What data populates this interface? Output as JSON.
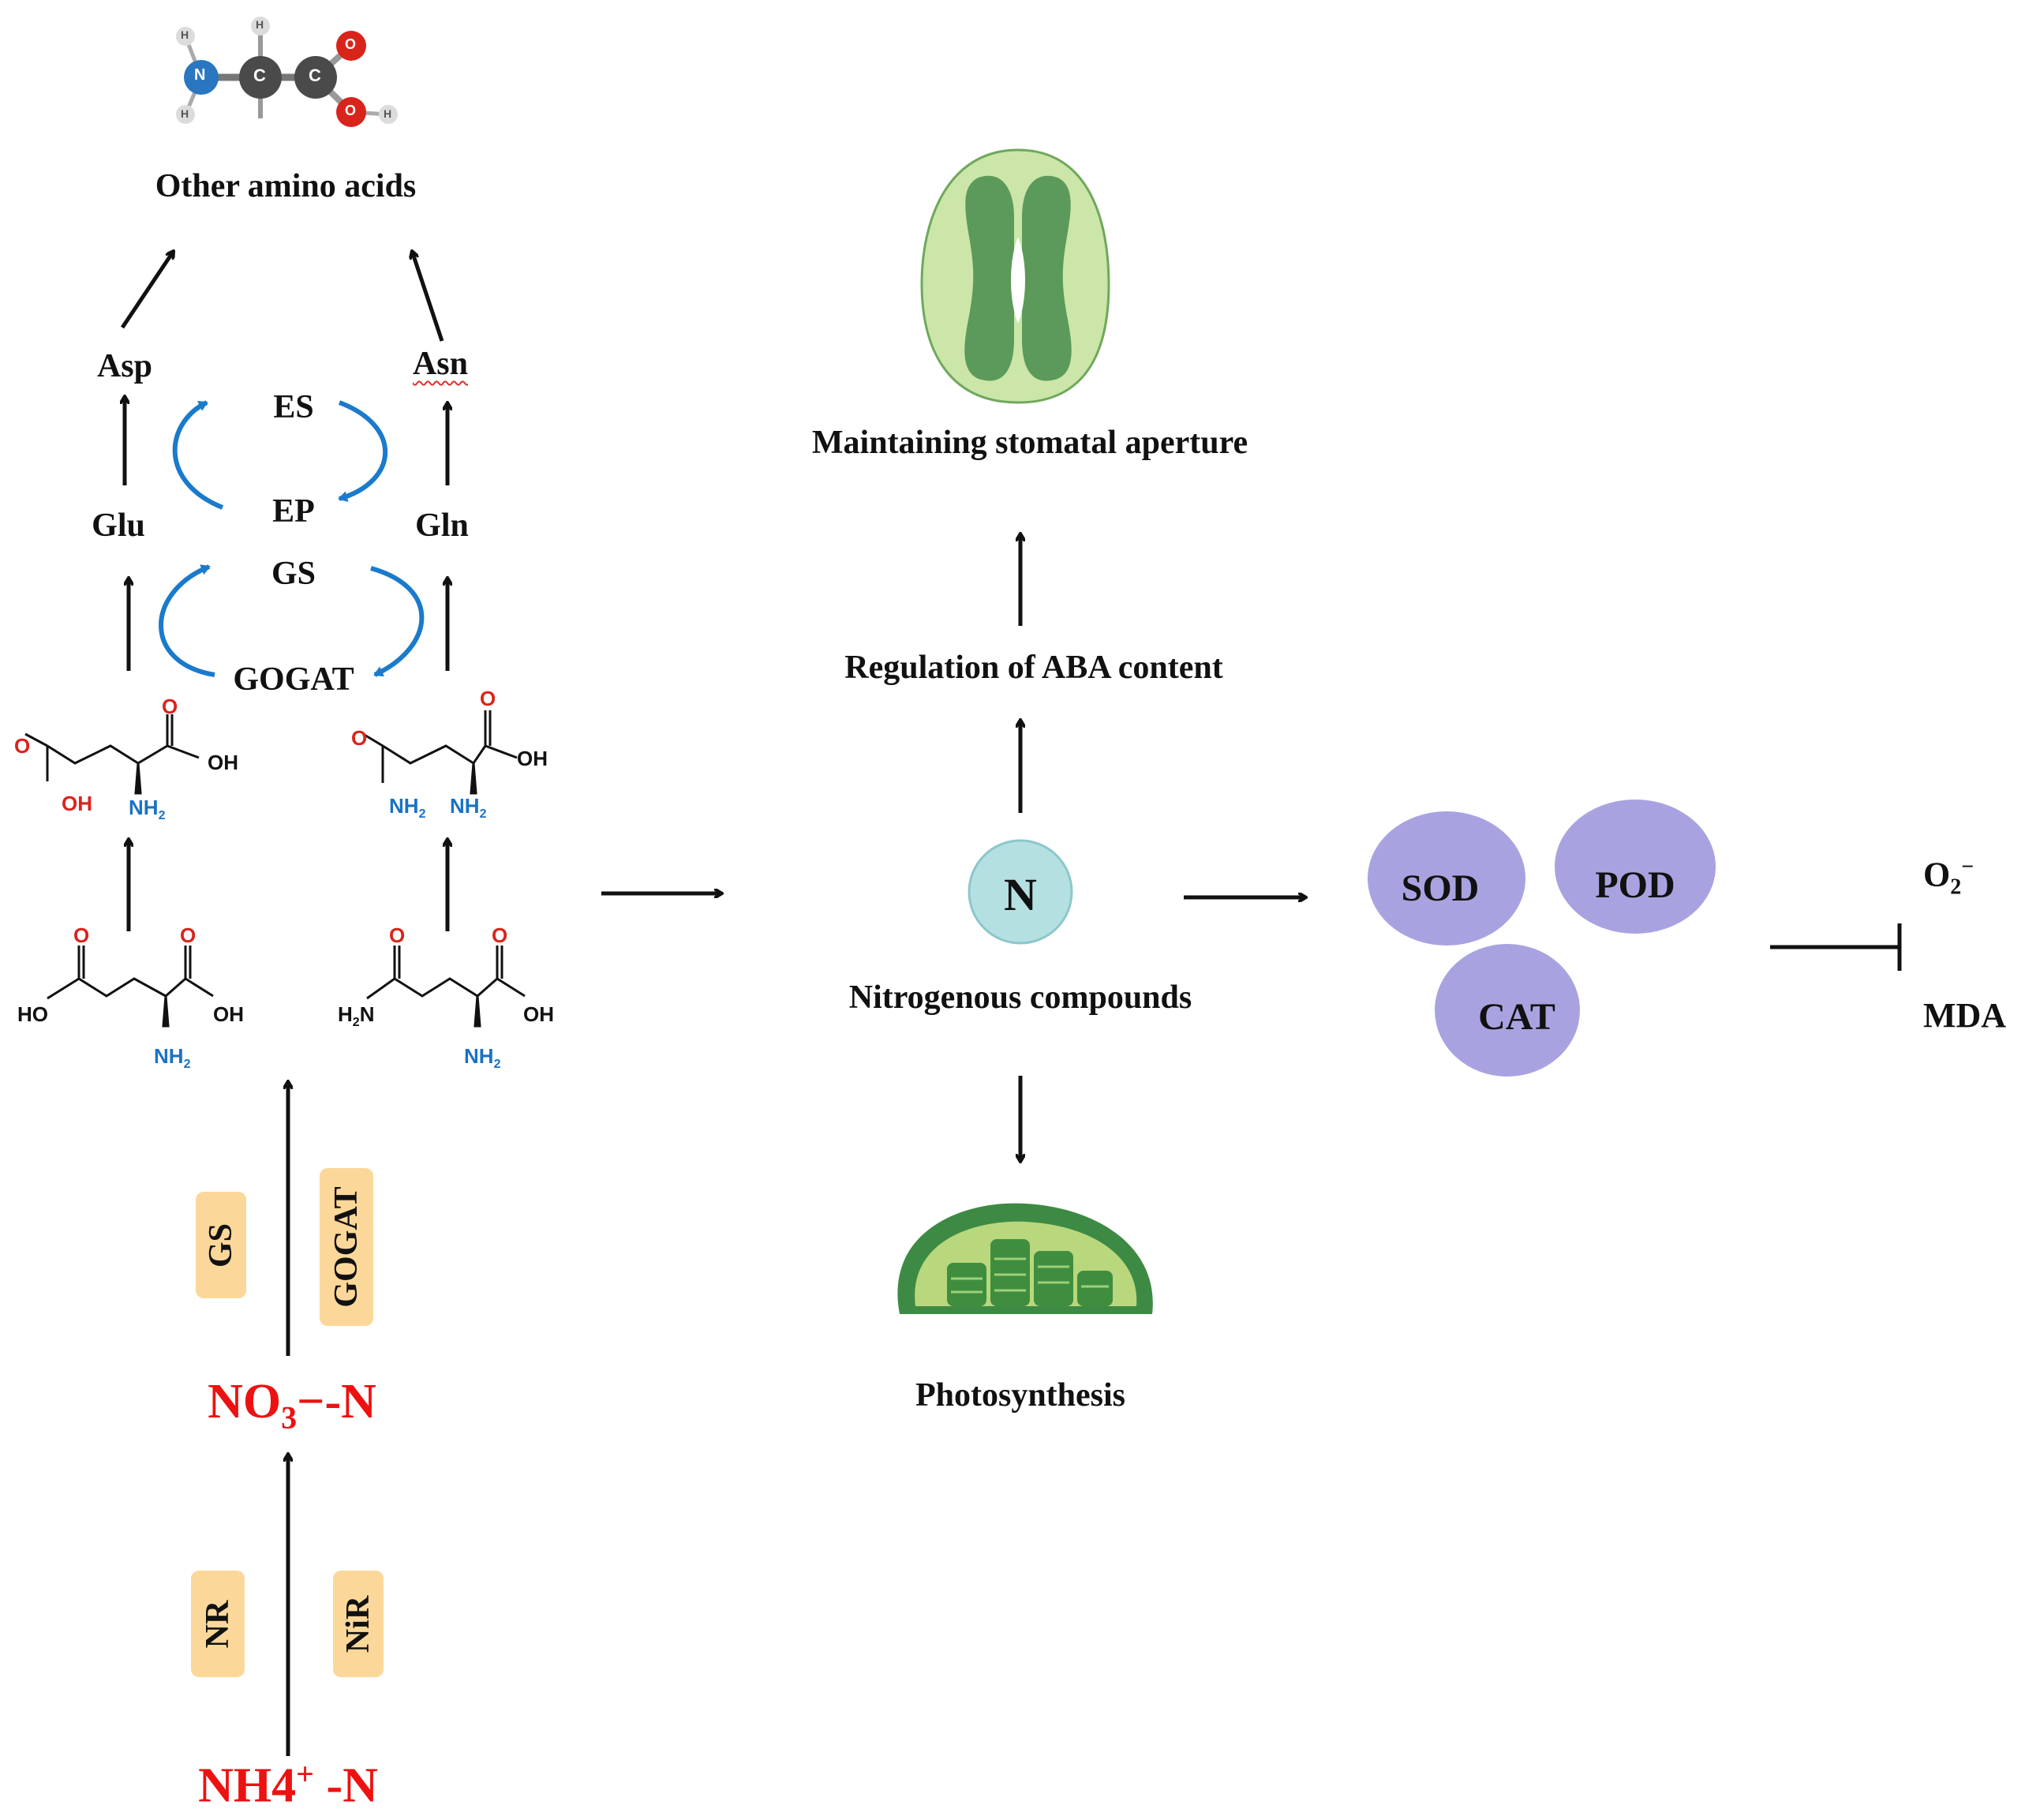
{
  "labels": {
    "other_amino_acids": "Other amino acids",
    "asp": "Asp",
    "asn": "Asn",
    "es": "ES",
    "ep": "EP",
    "glu": "Glu",
    "gln": "Gln",
    "gs": "GS",
    "gogat": "GOGAT",
    "maintaining_stomatal": "Maintaining stomatal aperture",
    "regulation_aba": "Regulation of ABA content",
    "n_circle": "N",
    "nitrogenous_compounds": "Nitrogenous compounds",
    "photosynthesis": "Photosynthesis",
    "sod": "SOD",
    "pod": "POD",
    "cat": "CAT",
    "o2_base": "O",
    "o2_sub": "2",
    "o2_sup": "−",
    "mda": "MDA",
    "no3_base": "NO",
    "no3_sub": "3",
    "no3_rest": "−-N",
    "nh4_base": "NH4",
    "nh4_sup": "+",
    "nh4_rest": " -N"
  },
  "enzyme_tags": {
    "gs": "GS",
    "gogat": "GOGAT",
    "nr": "NR",
    "nir": "NiR"
  },
  "chem_atoms": {
    "n": "N",
    "c": "C",
    "o": "O",
    "h": "H",
    "oh": "OH",
    "ho": "HO",
    "nh2": "NH",
    "h2n": "H",
    "n_after_h2": "N",
    "sub2": "2"
  },
  "colors": {
    "arrow": "#111111",
    "cycle_arrow": "#1a7acc",
    "red_label": "#ee1111",
    "enzyme_bg": "#fbd89a",
    "n_circle_fill": "#b5e0e2",
    "n_circle_stroke": "#8cc7cb",
    "enzyme_blob": "#a8a3e0",
    "oxygen_atom": "#d9241c",
    "nitrogen_atom": "#1a72c4",
    "leaf_green": "#5b9a5a",
    "leaf_light": "#cbe6a8"
  }
}
